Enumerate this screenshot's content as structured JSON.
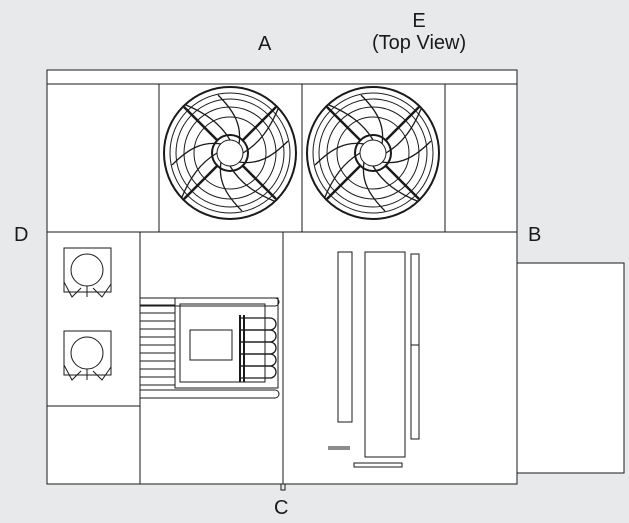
{
  "labels": {
    "a": "A",
    "e_line1": "E",
    "e_line2": "(Top View)",
    "b": "B",
    "c": "C",
    "d": "D"
  },
  "colors": {
    "background": "#e8e9ea",
    "stroke": "#1a1a1a",
    "fill": "#ffffff"
  },
  "icons": {
    "fan": "fan-icon",
    "compressor": "compressor-icon"
  }
}
